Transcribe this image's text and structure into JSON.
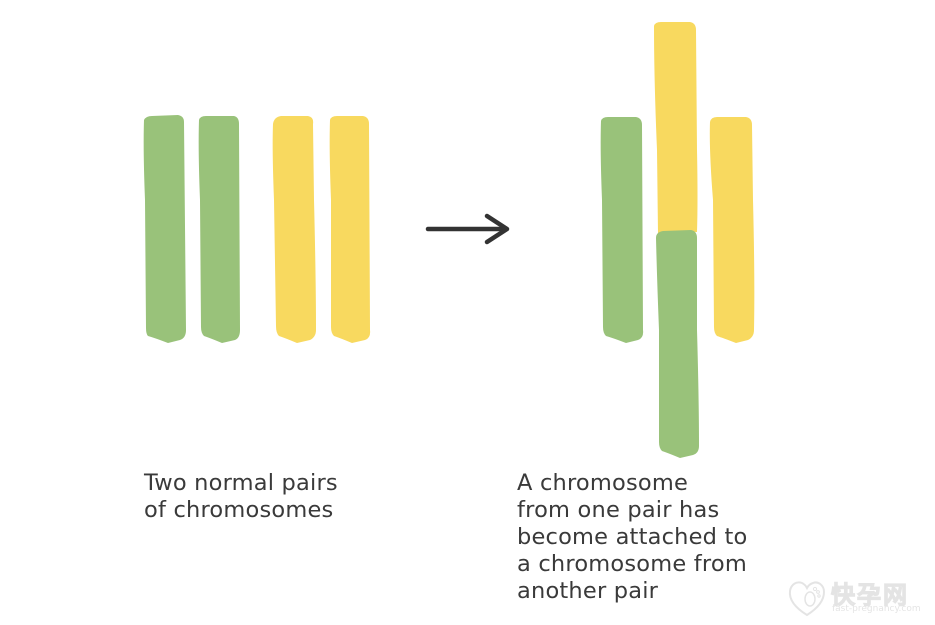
{
  "diagram": {
    "colors": {
      "green": "#99c27a",
      "yellow": "#f8d95f",
      "arrow": "#333333",
      "text": "#3a3a3a"
    },
    "left_panel": {
      "caption_lines": [
        "Two normal pairs",
        "of chromosomes"
      ],
      "chromosomes": [
        {
          "pair": "green",
          "state": "normal"
        },
        {
          "pair": "green",
          "state": "normal"
        },
        {
          "pair": "yellow",
          "state": "normal"
        },
        {
          "pair": "yellow",
          "state": "normal"
        }
      ]
    },
    "arrow": {
      "icon": "arrow-right-icon",
      "meaning": "becomes"
    },
    "right_panel": {
      "caption_lines": [
        "A chromosome",
        "from one pair has",
        "become attached to",
        "a chromosome from",
        "another pair"
      ],
      "chromosomes": [
        {
          "pair": "green",
          "state": "normal"
        },
        {
          "pair": "yellow+green",
          "state": "translocated (attached)"
        },
        {
          "pair": "yellow",
          "state": "normal"
        }
      ]
    },
    "watermark": {
      "text": "快孕网",
      "url": "fast-pregnancy.com"
    }
  }
}
